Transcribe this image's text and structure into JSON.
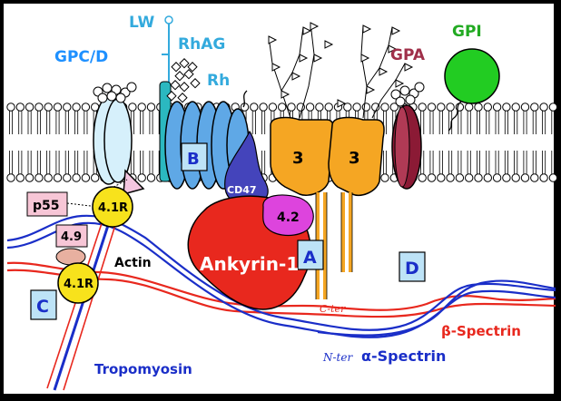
{
  "labels": {
    "gpcd": "GPC/D",
    "lw": "LW",
    "rhag": "RhAG",
    "rh": "Rh",
    "gpa": "GPA",
    "gpi": "GPI",
    "band3_left": "3",
    "band3_right": "3",
    "box_b": "B",
    "cd47": "CD47",
    "p55": "p55",
    "r41_top": "4.1R",
    "r41_bottom": "4.1R",
    "p49": "4.9",
    "actin": "Actin",
    "p42": "4.2",
    "ankyrin": "Ankyrin-1",
    "box_a": "A",
    "box_d": "D",
    "box_c": "C",
    "cter": "C-ter",
    "nter": "N-ter",
    "beta_spectrin": "β-Spectrin",
    "alpha_spectrin": "α-Spectrin",
    "tropomyosin": "Tropomyosin"
  },
  "colors": {
    "gpcd": "#1e90ff",
    "lw": "#33aadd",
    "rhag": "#33aadd",
    "gpa": "#a0304a",
    "gpi": "#22aa22",
    "spectrin_red": "#e8281e",
    "spectrin_blue": "#1a2ec8",
    "band3": "#f5a623",
    "ankyrin": "#e8281e",
    "protein42": "#dd44dd",
    "cd47": "#4444bb",
    "r41": "#f7e21c",
    "box_fill": "#bde3f7",
    "p55_fill": "#f7c6d6",
    "gpi_fill": "#22cc22",
    "gpa_fill": "#8b1a35"
  }
}
